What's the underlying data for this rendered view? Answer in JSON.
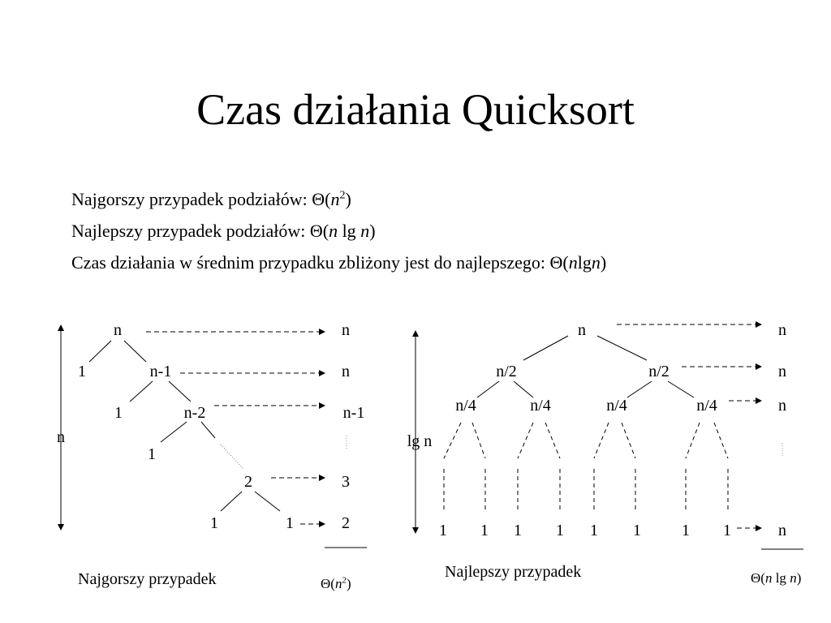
{
  "title": "Czas działania Quicksort",
  "bullets": [
    {
      "text": "Najgorszy przypadek podziałów: Θ(",
      "arg": "n",
      "sup": "2",
      "tail": ")"
    },
    {
      "text": "Najlepszy przypadek podziałów: Θ(",
      "arg1": "n",
      "mid": " lg ",
      "arg2": "n",
      "tail": ")"
    },
    {
      "text": "Czas działania w średnim przypadku zbliżony jest do najlepszego: Θ(",
      "arg1": "n",
      "mid": "lg",
      "arg2": "n",
      "tail": ")"
    }
  ],
  "worst": {
    "caption": "Najgorszy przypadek",
    "height_label": "n",
    "nodes": [
      "n",
      "1",
      "n-1",
      "1",
      "n-2",
      "1",
      "2",
      "1",
      "1"
    ],
    "costs": [
      "n",
      "n",
      "n-1",
      "3",
      "2"
    ],
    "total": {
      "prefix": "Θ(",
      "arg": "n",
      "sup": "2",
      "suffix": ")"
    }
  },
  "best": {
    "caption": "Najlepszy przypadek",
    "height_label": "lg n",
    "nodes": [
      "n",
      "n/2",
      "n/2",
      "n/4",
      "n/4",
      "n/4",
      "n/4"
    ],
    "leaves": [
      "1",
      "1",
      "1",
      "1",
      "1",
      "1",
      "1",
      "1"
    ],
    "costs": [
      "n",
      "n",
      "n",
      "n"
    ],
    "total": {
      "prefix": "Θ(",
      "arg1": "n",
      "mid": " lg ",
      "arg2": "n",
      "suffix": ")"
    }
  }
}
